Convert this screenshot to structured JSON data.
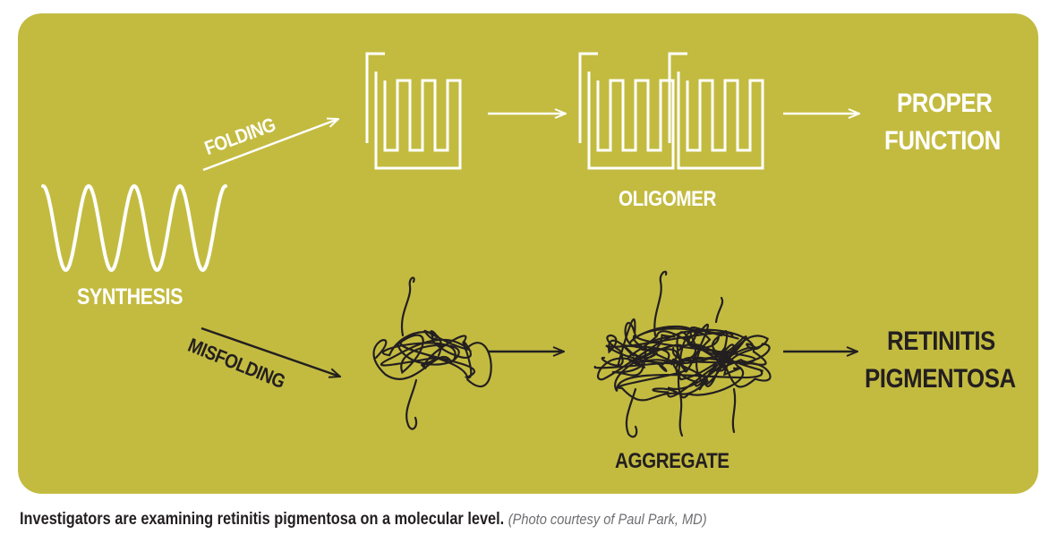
{
  "colors": {
    "panel_background": "#c3bb40",
    "light": "#ffffff",
    "dark": "#231f20",
    "credit_text": "#6d6e71"
  },
  "diagram": {
    "synthesis_label": "SYNTHESIS",
    "folding_label": "FOLDING",
    "misfolding_label": "MISFOLDING",
    "oligomer_label": "OLIGOMER",
    "proper_function_line1": "PROPER",
    "proper_function_line2": "FUNCTION",
    "aggregate_label": "AGGREGATE",
    "retinitis_line1": "RETINITIS",
    "retinitis_line2": "PIGMENTOSA"
  },
  "caption": {
    "main": "Investigators are examining retinitis pigmentosa on a molecular level.",
    "credit": "(Photo courtesy of Paul Park, MD)"
  }
}
